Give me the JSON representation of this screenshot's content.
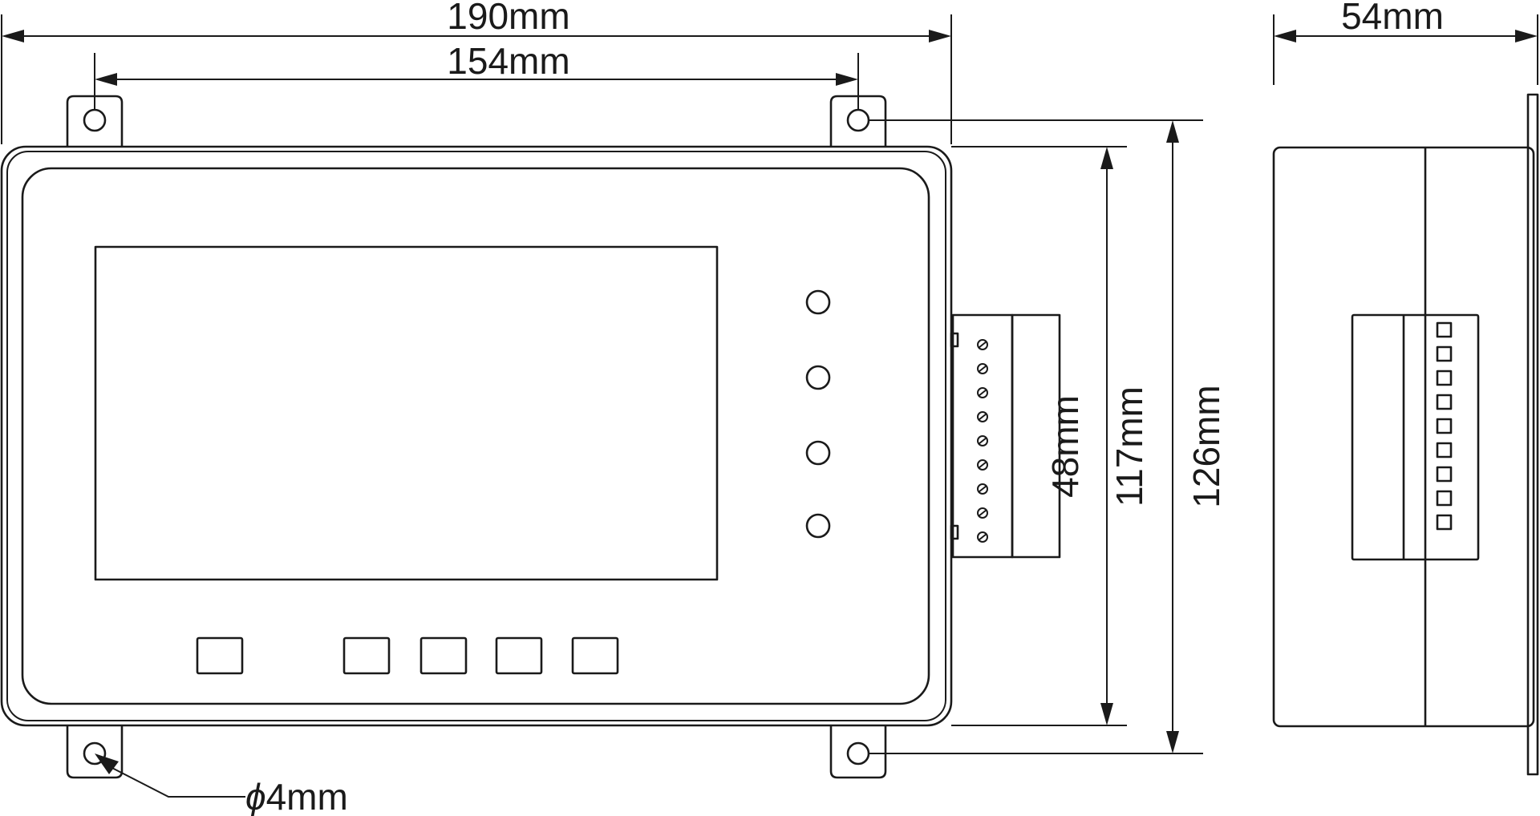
{
  "dimensions": {
    "overall_width": "190mm",
    "hole_spacing": "154mm",
    "depth": "54mm",
    "terminal_height": "48mm",
    "body_height": "117mm",
    "hole_height": "126mm",
    "hole_diameter_symbol": "ϕ",
    "hole_diameter": "4mm"
  }
}
